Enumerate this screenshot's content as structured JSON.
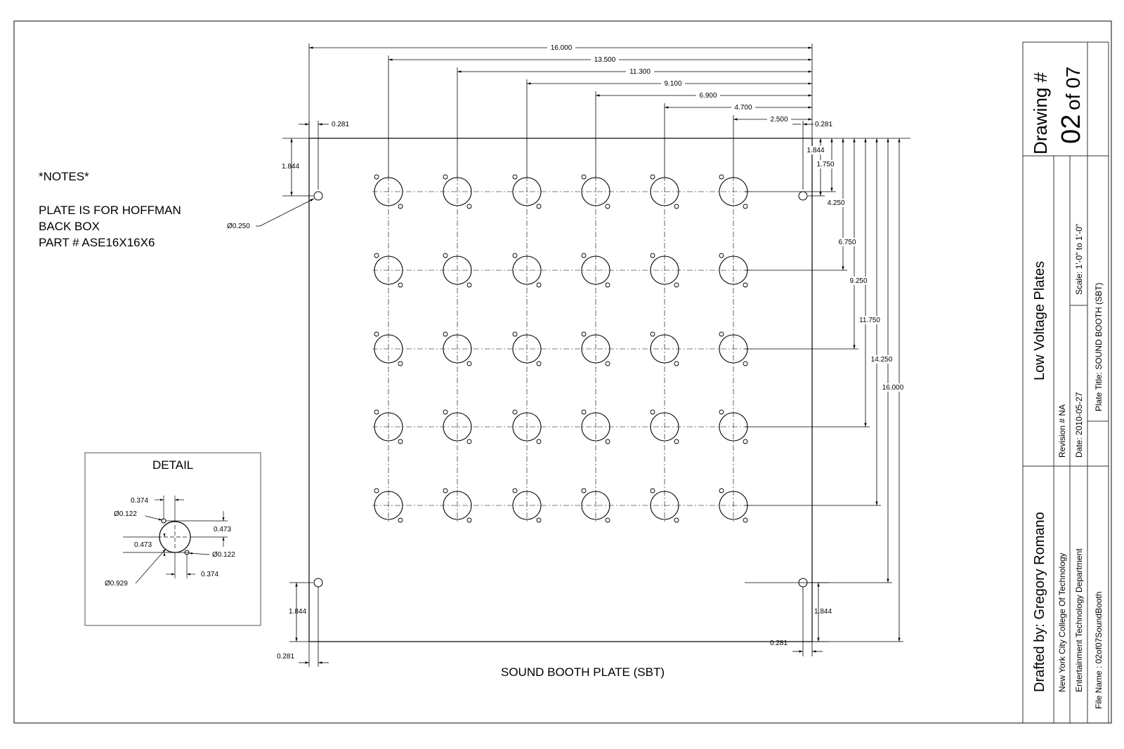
{
  "notes": {
    "heading": "*NOTES*",
    "line1": "PLATE IS FOR HOFFMAN",
    "line2": "BACK BOX",
    "line3": "PART # ASE16X16X6"
  },
  "plate_title": "SOUND BOOTH PLATE (SBT)",
  "mount_hole_dia": "Ø0.250",
  "top_dims": [
    "16.000",
    "13.500",
    "11.300",
    "9.100",
    "6.900",
    "4.700",
    "2.500"
  ],
  "right_dims": [
    "1.844",
    "1.750",
    "4.250",
    "6.750",
    "9.250",
    "11.750",
    "14.250",
    "16.000"
  ],
  "edge_dims": {
    "top_left_offset": "0.281",
    "top_right_offset": "0.281",
    "left_top": "1.844",
    "left_bottom": "1.844",
    "right_bottom": "1.844",
    "bottom_left_offset": "0.281",
    "bottom_right_offset": "0.281"
  },
  "connector_grid": {
    "rows": 5,
    "columns": 6
  },
  "detail": {
    "title": "DETAIL",
    "dim_top": "0.374",
    "dim_small_hole_top": "Ø0.122",
    "dim_right_vert": "0.473",
    "dim_left_vert": "0.473",
    "dim_small_hole_bottom": "Ø0.122",
    "dim_main_hole": "Ø0.929",
    "dim_bottom": "0.374"
  },
  "title_block": {
    "drawing_label": "Drawing #",
    "drawing_number": "02",
    "drawing_of": "of 07",
    "project_title": "Low Voltage Plates",
    "drafted_by": "Drafted by: Gregory Romano",
    "college": "New York City College Of Technology",
    "department": "Entertainment Technology Department",
    "revision": "Revision # NA",
    "date": "Date: 2010-05-27",
    "scale": "Scale: 1'-0\" to 1'-0\"",
    "plate_title": "Plate Title: SOUND BOOTH (SBT)",
    "file_name": "File Name : 02of07SoundBooth"
  }
}
